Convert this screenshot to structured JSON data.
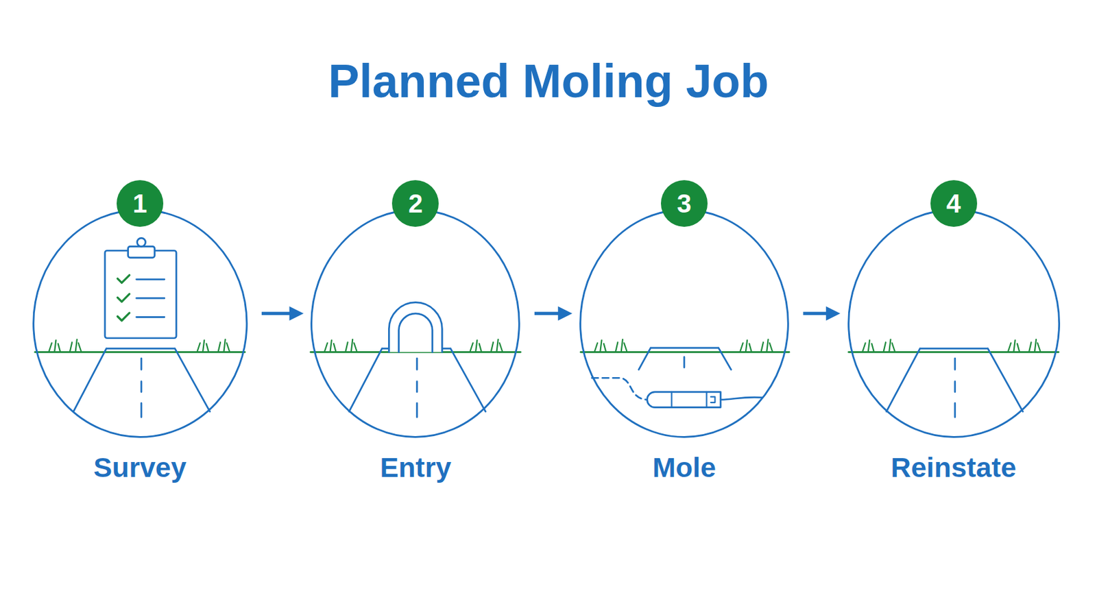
{
  "diagram": {
    "title": "Planned Moling Job",
    "nodes": [
      {
        "text": [
          "1",
          "Survey"
        ]
      },
      {
        "text": [
          "2",
          "Entry"
        ]
      },
      {
        "text": [
          "3",
          "Mole"
        ]
      },
      {
        "text": [
          "4",
          "Reinstate"
        ]
      }
    ],
    "edges": [
      {
        "from": 0,
        "to": 1,
        "arrow": "to"
      },
      {
        "from": 1,
        "to": 2,
        "arrow": "to"
      },
      {
        "from": 2,
        "to": 3,
        "arrow": "to"
      }
    ]
  }
}
